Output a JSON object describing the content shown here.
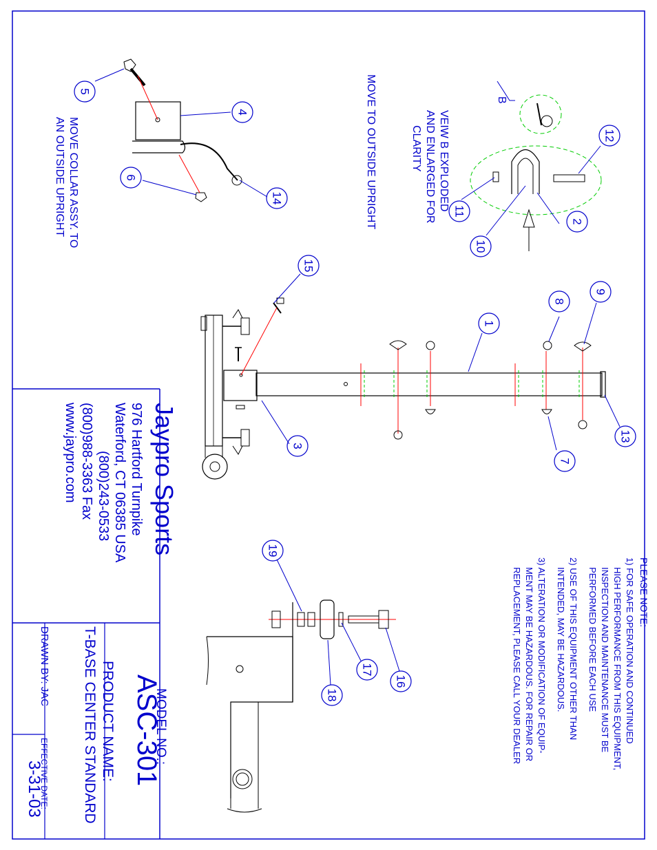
{
  "notes": {
    "heading": "PLEASE NOTE:",
    "lines": [
      "1) FOR SAFE OPERATION AND CONTINUED",
      "HIGH PERFORMANCE FROM THIS EQUIPMENT,",
      "INSPECTION AND MAINTENANCE MUST BE",
      "PERFORMED BEFORE EACH USE",
      "2) USE OF THIS EQUIPMENT OTHER THAN",
      "INTENDED, MAY BE HAZARDOUS.",
      "3) ALTERATION OR MODIFICATION OF EQUIP-",
      "MENT MAY BE HAZARDOUS.  FOR REPAIR OR",
      "REPLACEMENT, PLEASE CALL YOUR DEALER"
    ]
  },
  "instructions": {
    "collar": [
      "MOVE COLLAR ASSY. TO",
      "AN OUTSIDE UPRIGHT"
    ],
    "upright": "MOVE TO OUTSIDE UPRIGHT",
    "view_b": [
      "VEIW B EXPLODED",
      "AND ENLARGED FOR",
      "CLARITY"
    ],
    "view_label": "B"
  },
  "company": {
    "name": "Jaypro Sports",
    "address": "976 Hartford Turnpike",
    "city": "Waterford, CT 06385 USA",
    "phone": "(800)243-0533",
    "fax": "(800)988-3363 Fax",
    "web": "www.jaypro.com"
  },
  "title_block": {
    "model_label": "MODEL NO.:",
    "model": "ASC-301",
    "product_label": "PRODUCT NAME:",
    "product": "T-BASE CENTER STANDARD",
    "drawn_by": "DRAWN BY: JAC",
    "effective_label": "EFFECTIVE DATE:",
    "effective_date": "3-31-03"
  },
  "callouts": [
    "1",
    "2",
    "3",
    "4",
    "5",
    "6",
    "7",
    "8",
    "9",
    "10",
    "11",
    "12",
    "13",
    "14",
    "15",
    "16",
    "17",
    "18",
    "19"
  ],
  "colors": {
    "ink": "#0000cc",
    "line": "#000000",
    "red": "#ff0000",
    "green": "#00cc00"
  }
}
